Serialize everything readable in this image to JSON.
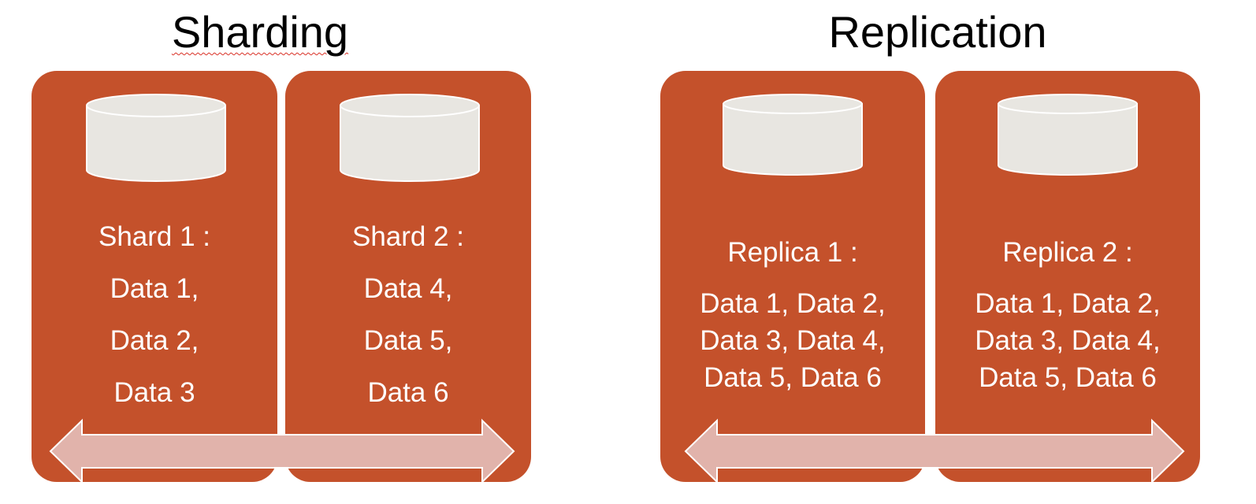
{
  "sharding": {
    "title": "Sharding",
    "shards": [
      {
        "name": "Shard 1 :",
        "items": [
          "Data 1,",
          "Data 2,",
          "Data 3"
        ]
      },
      {
        "name": "Shard 2 :",
        "items": [
          "Data 4,",
          "Data 5,",
          "Data 6"
        ]
      }
    ]
  },
  "replication": {
    "title": "Replication",
    "replicas": [
      {
        "name": "Replica 1 :",
        "lines": [
          "Data 1, Data 2,",
          "Data 3, Data 4,",
          "Data 5, Data 6"
        ]
      },
      {
        "name": "Replica 2 :",
        "lines": [
          "Data 1, Data 2,",
          "Data 3, Data 4,",
          "Data 5, Data 6"
        ]
      }
    ]
  },
  "colors": {
    "panel": "#c4512b",
    "cylinder_fill": "#e8e6e1",
    "arrow_fill": "#e1b3ab",
    "text": "#ffffff"
  },
  "icons": [
    "database-cylinder-icon",
    "double-headed-arrow-icon"
  ]
}
